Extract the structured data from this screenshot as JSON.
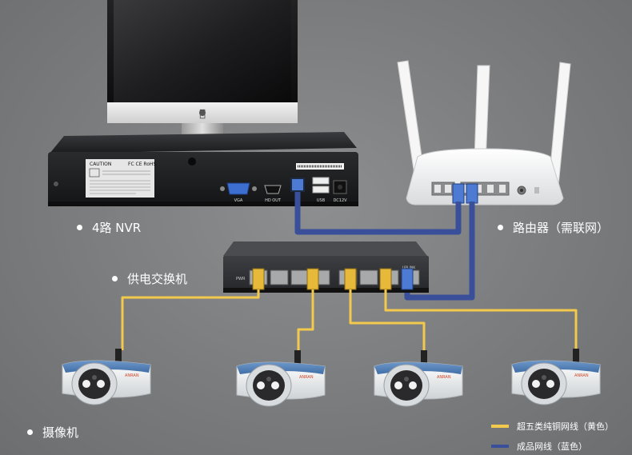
{
  "labels": {
    "nvr": "4路 NVR",
    "router": "路由器（需联网）",
    "switch": "供电交换机",
    "camera": "摄像机"
  },
  "legend": [
    {
      "label": "超五类纯铜网线（黄色）",
      "color": "#f2c94c"
    },
    {
      "label": "成品网线（蓝色）",
      "color": "#3a4f9a"
    }
  ],
  "nvr_panel": {
    "caution": "CAUTION",
    "certs": "FC CE RoHS",
    "vga": "VGA",
    "hdout": "HD OUT",
    "usb": "USB",
    "dc": "DC12V"
  },
  "switch_panel": {
    "pwr": "PWR",
    "uplink": "UPLINK"
  },
  "camera_brand": "ANRAN",
  "colors": {
    "yellow_cable": "#f2c94c",
    "blue_cable": "#3a4f9a",
    "background": "#7f8183"
  }
}
